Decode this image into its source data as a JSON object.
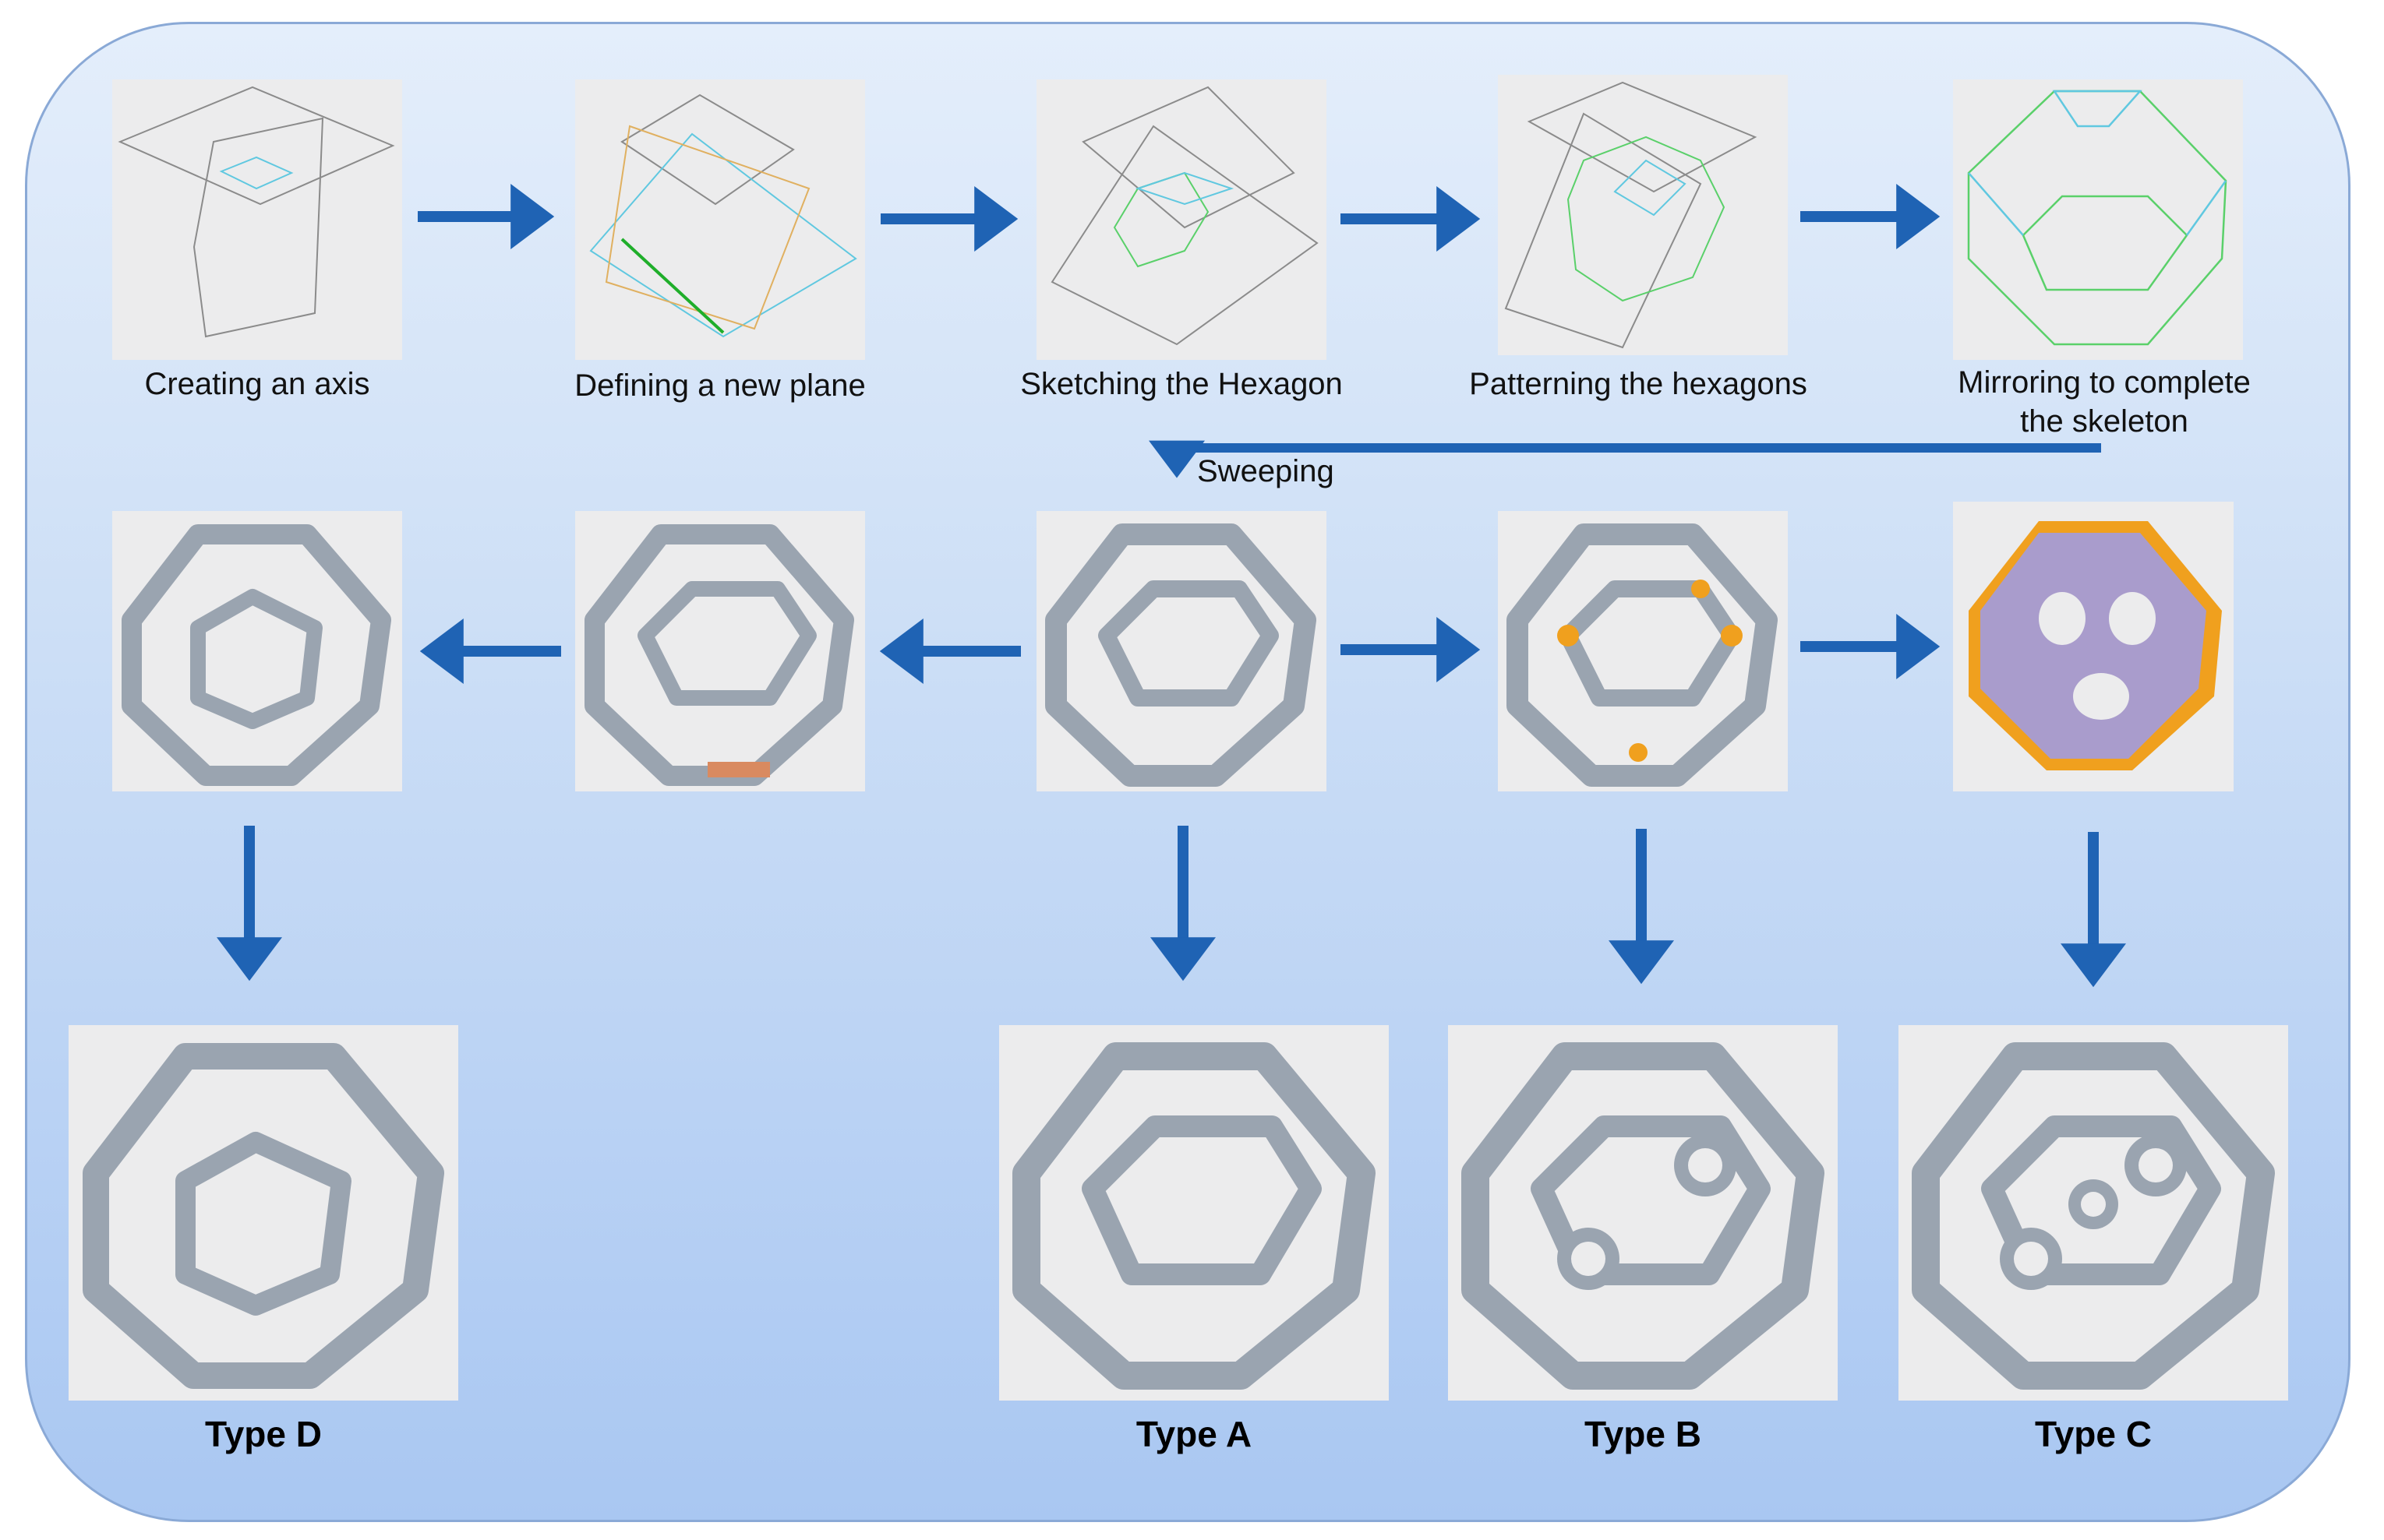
{
  "steps": [
    {
      "label": "Creating an axis"
    },
    {
      "label": "Defining a new plane"
    },
    {
      "label": "Sketching the Hexagon"
    },
    {
      "label": "Patterning the hexagons"
    },
    {
      "label": "Mirroring to complete the skeleton"
    }
  ],
  "sweep_label": "Sweeping",
  "types": [
    "Type D",
    "Type A",
    "Type B",
    "Type C"
  ],
  "colors": {
    "arrow": "#1f63b4",
    "strut": "#9aa4b0",
    "surface": "#f0a01e",
    "wire_green": "#3cb44a",
    "wire_cyan": "#60c8e0"
  }
}
